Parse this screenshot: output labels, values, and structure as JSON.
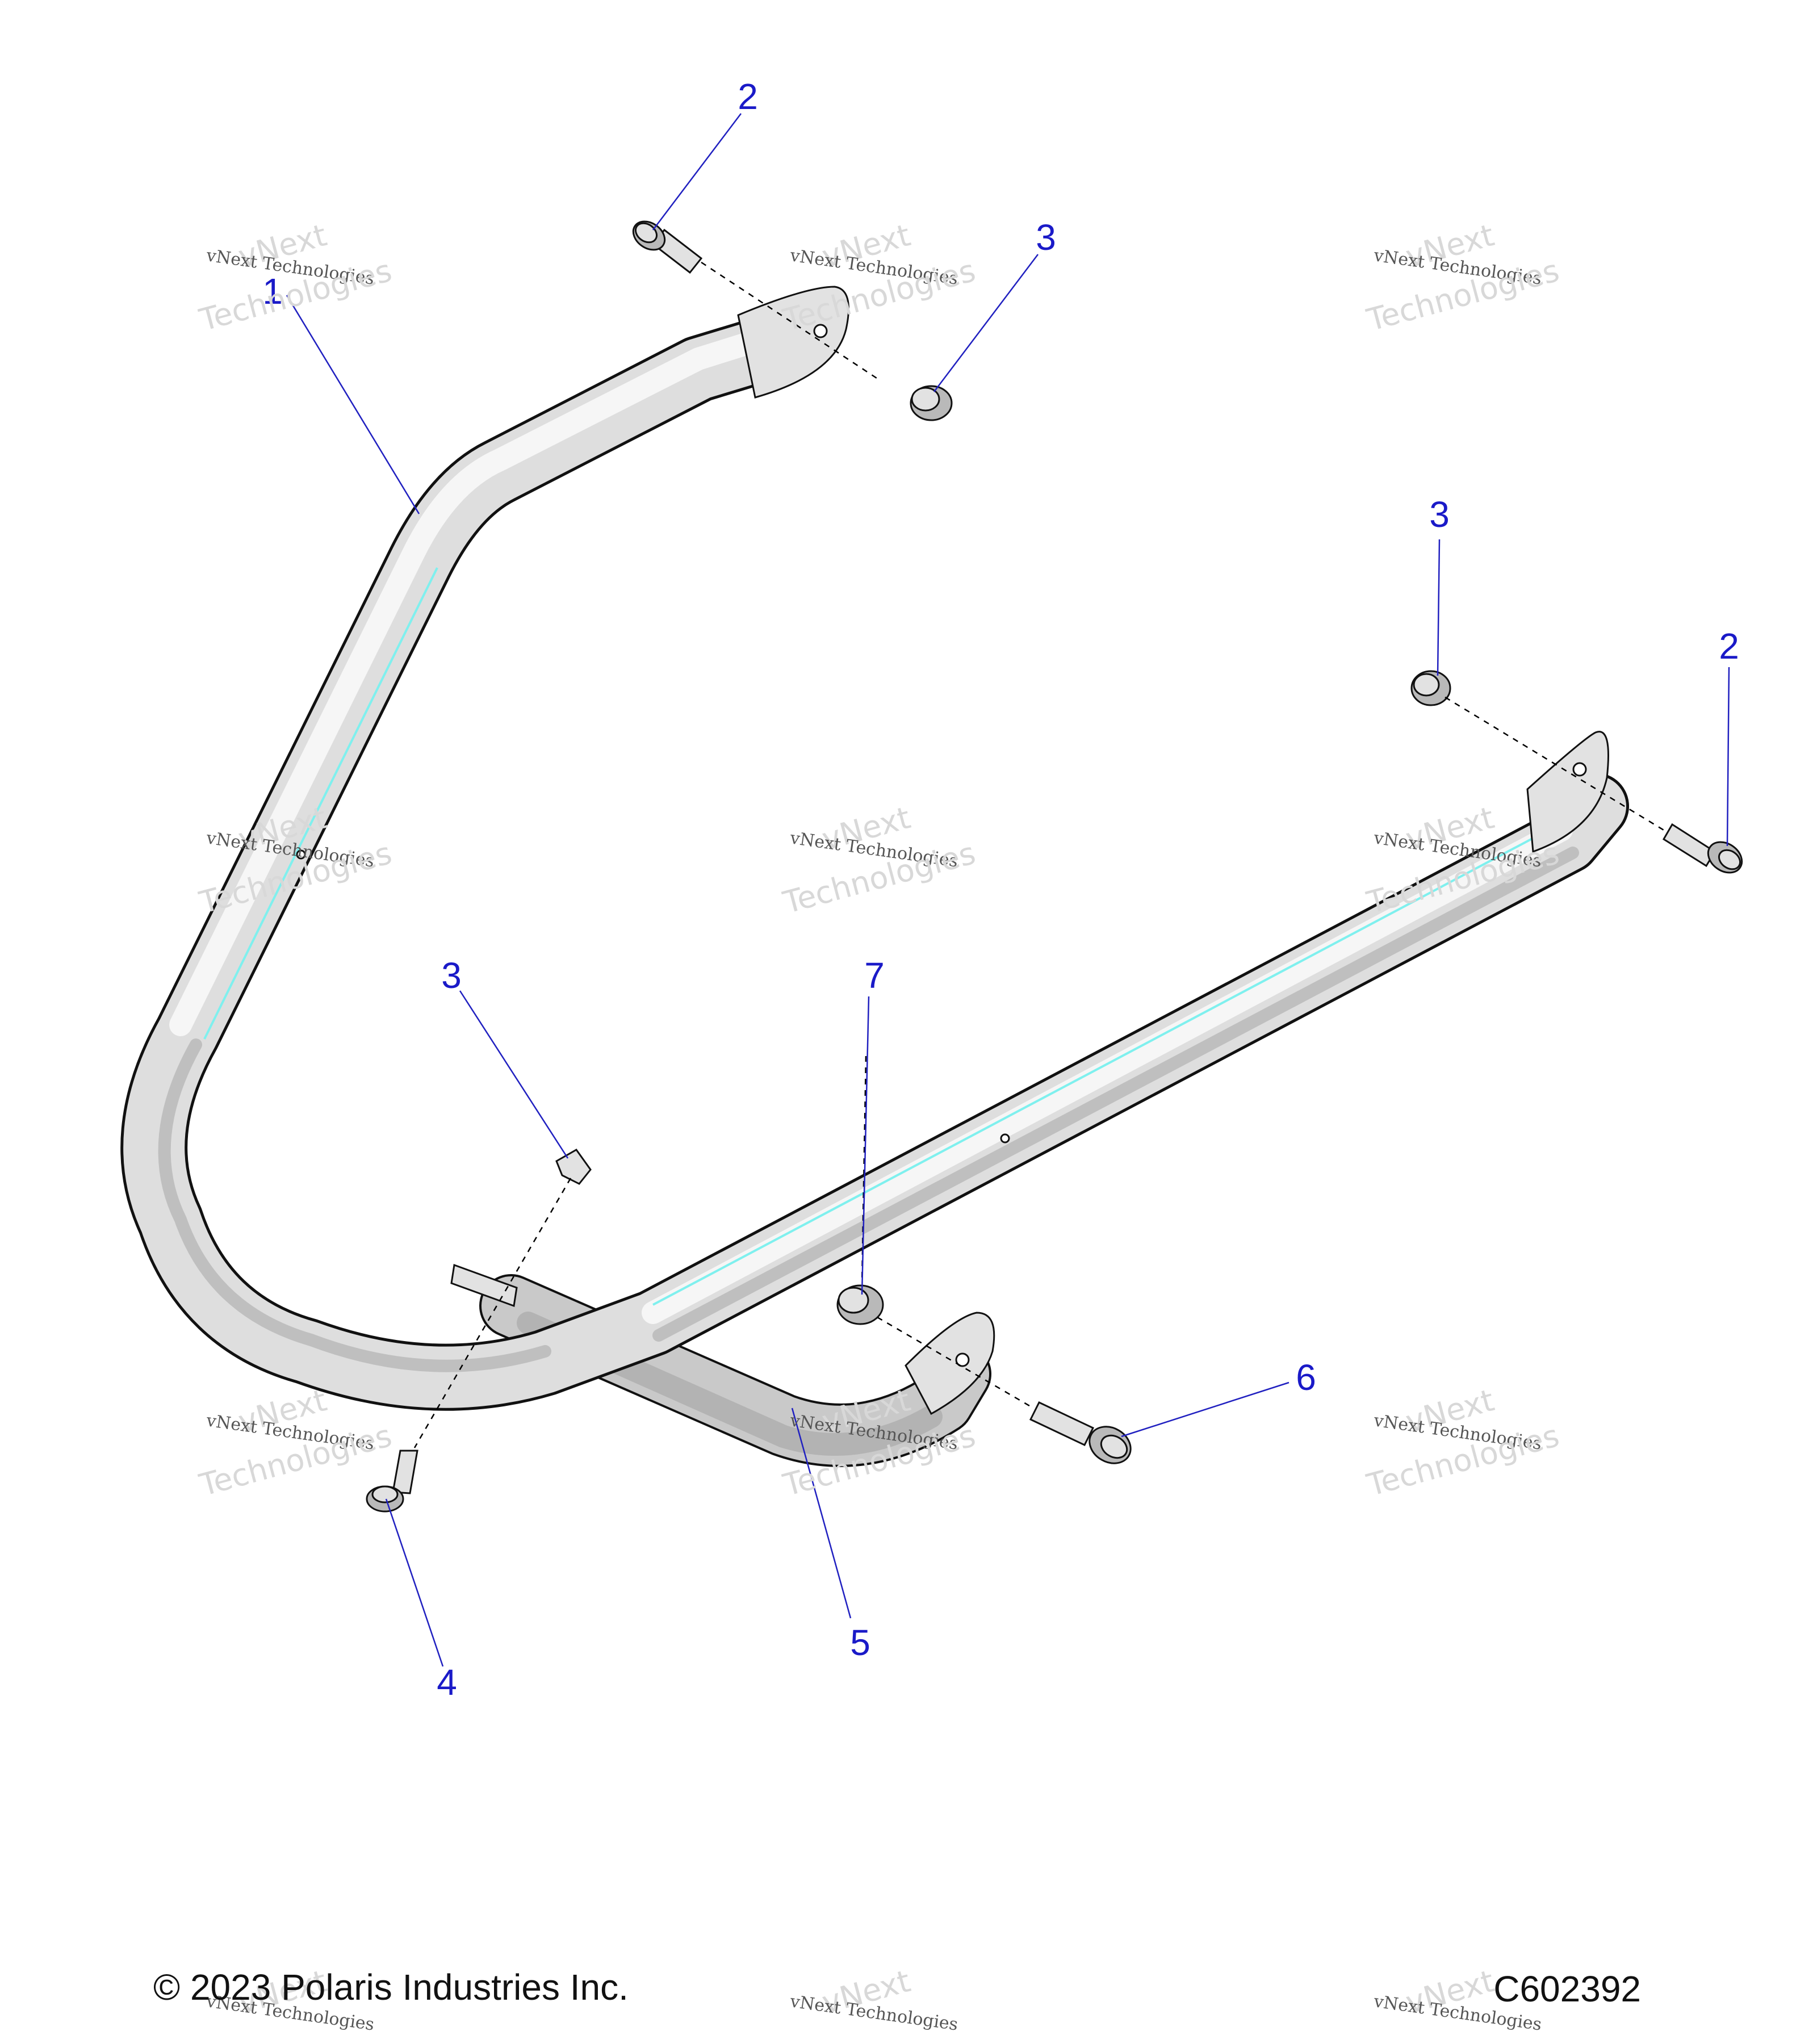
{
  "diagram": {
    "callouts": {
      "c1": "1",
      "c2a": "2",
      "c3a": "3",
      "c3b": "3",
      "c2b": "2",
      "c3c": "3",
      "c7": "7",
      "c6": "6",
      "c5": "5",
      "c4": "4"
    },
    "watermark": {
      "line1": "vNext",
      "line2": "vNext Technologies",
      "line3": "Technologies"
    }
  },
  "footer": {
    "copyright": "© 2023 Polaris Industries Inc.",
    "figure_id": "C602392"
  }
}
